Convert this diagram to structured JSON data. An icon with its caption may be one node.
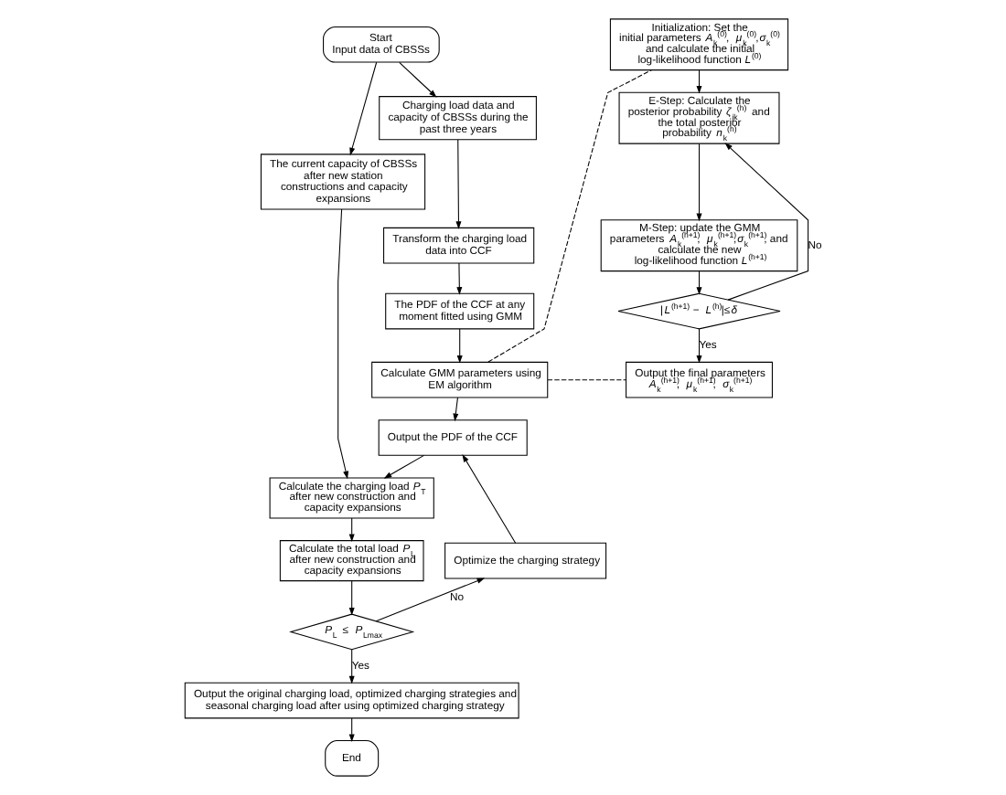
{
  "diagram": {
    "nodes": [
      {
        "text": [
          "Start",
          "Input data of CBSSs"
        ]
      },
      {
        "text": [
          "The current capacity of CBSSs after new station constructions and capacity expansions"
        ]
      },
      {
        "text": [
          "Charging load data and capacity of CBSSs during the past three years"
        ]
      },
      {
        "text": [
          "Transform the charging load data into CCF"
        ]
      },
      {
        "text": [
          "The PDF of the CCF at any moment fitted using GMM"
        ]
      },
      {
        "text": [
          "Calculate GMM parameters using EM algorithm"
        ]
      },
      {
        "text": [
          "Output the PDF of the CCF"
        ]
      },
      {
        "text": [
          "Calculate the charging load *P*$_{T}$ after new construction and capacity expansions"
        ]
      },
      {
        "text": [
          "Calculate the total load *P*$_{L}$ after new construction and capacity expansions"
        ]
      },
      {
        "text": [
          "Optimize the charging strategy"
        ]
      },
      {
        "text": [
          "*P*$_{L}$ ≤ *P*$_{Lmax}$"
        ]
      },
      {
        "text": [
          "Output the original charging load, optimized charging strategies and seasonal charging load after using optimized charging strategy"
        ]
      },
      {
        "text": [
          "End"
        ]
      },
      {
        "text": [
          "Initialization: Set the initial parameters *A*$_{k}$$^{(0)}$, *μ*$_{k}$$^{(0)}$,*σ*$_{k}$$^{(0)}$ and calculate the initial log-likelihood function *L*$^{(0)}$"
        ]
      },
      {
        "text": [
          "E-Step: Calculate the posterior probability *ζ*$_{jk}$$^{(h)}$ and the total posterior probability *n*$_{k}$$^{(h)}$"
        ]
      },
      {
        "text": [
          "M-Step: update the GMM parameters *A*$_{k}$$^{(h+1)}$, *μ*$_{k}$$^{(h+1)}$,*σ*$_{k}$$^{(h+1)}$, and calculate the new log-likelihood function *L*$^{(h+1)}$"
        ]
      },
      {
        "text": [
          "|*L*$^{(h+1)}$ − *L*$^{(h)}$|≤*δ*"
        ]
      },
      {
        "text": [
          "Output the final parameters *A*$_{k}$$^{(h+1)}$, *μ*$_{k}$$^{(h+1)}$, *σ*$_{k}$$^{(h+1)}$"
        ]
      }
    ],
    "edges": [
      {
        "from": 0,
        "to": 1,
        "arrow": "to"
      },
      {
        "from": 0,
        "to": 2,
        "arrow": "to"
      },
      {
        "from": 1,
        "to": 7,
        "arrow": "to"
      },
      {
        "from": 2,
        "to": 3,
        "arrow": "to"
      },
      {
        "from": 3,
        "to": 4,
        "arrow": "to"
      },
      {
        "from": 4,
        "to": 5,
        "arrow": "to"
      },
      {
        "from": 5,
        "to": 6,
        "arrow": "to"
      },
      {
        "from": 6,
        "to": 7,
        "arrow": "to"
      },
      {
        "from": 7,
        "to": 8,
        "arrow": "to"
      },
      {
        "from": 8,
        "to": 10,
        "arrow": "to"
      },
      {
        "from": 10,
        "to": 9,
        "arrow": "to",
        "label": "No"
      },
      {
        "from": 9,
        "to": 6,
        "arrow": "to"
      },
      {
        "from": 10,
        "to": 11,
        "arrow": "to",
        "label": "Yes"
      },
      {
        "from": 11,
        "to": 12,
        "arrow": "to"
      },
      {
        "from": 5,
        "to": 13,
        "arrow": "none",
        "style": "dashed"
      },
      {
        "from": 5,
        "to": 17,
        "arrow": "none",
        "style": "dashed"
      },
      {
        "from": 13,
        "to": 14,
        "arrow": "to"
      },
      {
        "from": 14,
        "to": 15,
        "arrow": "to"
      },
      {
        "from": 15,
        "to": 16,
        "arrow": "to"
      },
      {
        "from": 16,
        "to": 14,
        "arrow": "to",
        "label": "No"
      },
      {
        "from": 16,
        "to": 17,
        "arrow": "to",
        "label": "Yes"
      }
    ]
  }
}
